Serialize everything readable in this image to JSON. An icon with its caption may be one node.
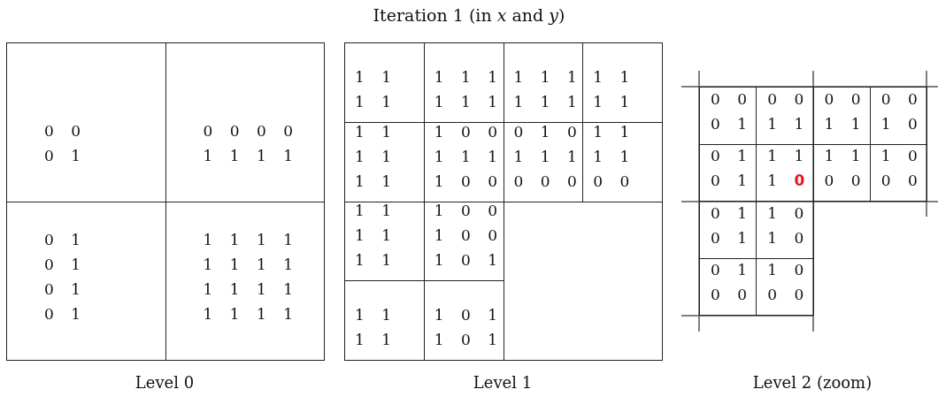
{
  "diagram": {
    "title": "Iteration 1 (in *x* and *y*)",
    "nodes": [
      {
        "text": [
          "0 0",
          "0 1"
        ]
      },
      {
        "text": [
          "0 0 0 0",
          "1 1 1 1"
        ]
      },
      {
        "text": [
          "0 1",
          "0 1",
          "0 1",
          "0 1"
        ]
      },
      {
        "text": [
          "1 1 1 1",
          "1 1 1 1",
          "1 1 1 1",
          "1 1 1 1"
        ]
      },
      {
        "text": [
          "1 1",
          "1 1"
        ]
      },
      {
        "text": [
          "1 1 1",
          "1 1 1"
        ]
      },
      {
        "text": [
          "1 1 1",
          "1 1 1"
        ]
      },
      {
        "text": [
          "1 1",
          "1 1"
        ]
      },
      {
        "text": [
          "1 1",
          "1 1",
          "1 1"
        ]
      },
      {
        "text": [
          "1 0 0",
          "1 1 1",
          "1 0 0"
        ]
      },
      {
        "text": [
          "0 1 0",
          "1 1 1",
          "0 0 0"
        ]
      },
      {
        "text": [
          "1 1",
          "1 1",
          "0 0"
        ]
      },
      {
        "text": [
          "1 1",
          "1 1",
          "1 1"
        ]
      },
      {
        "text": [
          "1 0 0",
          "1 0 0",
          "1 0 1"
        ]
      },
      {
        "text": [
          "1 1",
          "1 1"
        ]
      },
      {
        "text": [
          "1 0 1",
          "1 0 1"
        ]
      },
      {
        "text": [
          "0 0",
          "0 1"
        ]
      },
      {
        "text": [
          "0 0",
          "1 1"
        ]
      },
      {
        "text": [
          "0 0",
          "1 1"
        ]
      },
      {
        "text": [
          "0 0",
          "1 0"
        ]
      },
      {
        "text": [
          "0 1",
          "0 1"
        ]
      },
      {
        "text": [
          "1 1",
          "1 **0**"
        ]
      },
      {
        "text": [
          "1 1",
          "0 0"
        ]
      },
      {
        "text": [
          "1 0",
          "0 0"
        ]
      },
      {
        "text": [
          "0 1",
          "0 1"
        ]
      },
      {
        "text": [
          "1 0",
          "1 0"
        ]
      },
      {
        "text": [
          "0 1",
          "0 0"
        ]
      },
      {
        "text": [
          "1 0",
          "0 0"
        ]
      }
    ],
    "labels": [
      "Level 0",
      "Level 1",
      "Level 2 (zoom)"
    ]
  }
}
